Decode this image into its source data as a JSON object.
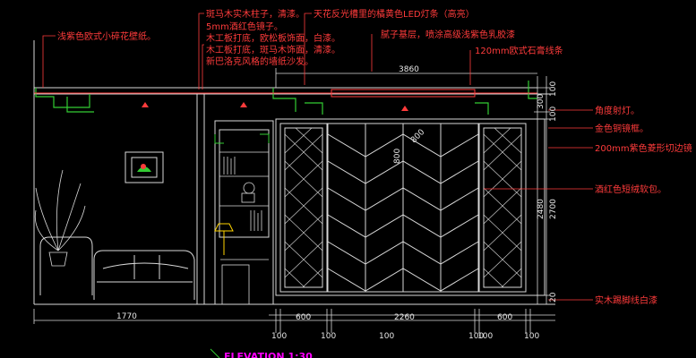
{
  "drawing": {
    "title_partial": "ELEVATION 1:30",
    "annotations": {
      "left_wallpaper": "浅紫色欧式小碎花壁纸。",
      "pillar": "斑马木实木柱子，清漆。",
      "mirror": "5mm酒红色镜子。",
      "board_white": "木工板打底，欧松板饰面，白漆。",
      "board_clear": "木工板打底，斑马木饰面，清漆。",
      "style": "新巴洛克风格的墙纸沙发。",
      "led": "天花反光槽里的橘黄色LED灯条（高亮）",
      "ceiling_paint": "腻子基层，喷涂高级浅紫色乳胶漆",
      "cornice": "120mm欧式石膏线条",
      "spotlight": "角度射灯。",
      "frame": "金色铜镜框。",
      "rhombus": "200mm紫色菱形切边镜",
      "soft_pack": "酒红色短绒软包。",
      "skirting": "实木踢脚线白漆"
    },
    "dimensions": {
      "top_width": "3860",
      "right_100a": "100",
      "right_300": "300",
      "right_100b": "100",
      "right_2480": "2480",
      "right_2700": "2700",
      "right_20": "20",
      "bottom_left": "1770",
      "bottom_600a": "600",
      "bottom_2260": "2260",
      "bottom_600b": "600",
      "bottom_100s": [
        "100",
        "100",
        "100",
        "100",
        "100",
        "100"
      ],
      "panel_800a": "800",
      "panel_800b": "800"
    }
  }
}
